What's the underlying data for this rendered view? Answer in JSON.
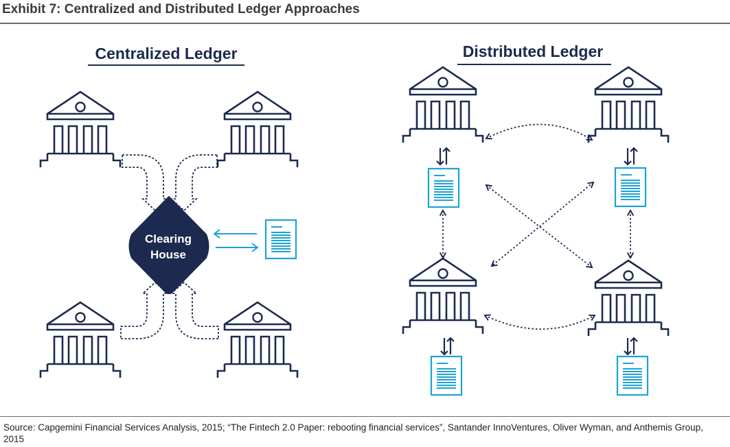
{
  "exhibit_title": "Exhibit 7: Centralized and Distributed Ledger Approaches",
  "centralized": {
    "title": "Centralized Ledger",
    "hub_line1": "Clearing",
    "hub_line2": "House"
  },
  "distributed": {
    "title": "Distributed Ledger"
  },
  "source": "Source: Capgemini Financial Services Analysis, 2015; “The Fintech 2.0 Paper: rebooting financial services”, Santander InnoVentures, Oliver Wyman, and Anthemis Group, 2015",
  "colors": {
    "navy": "#1b2a4e",
    "cyan": "#1aa3d4"
  },
  "icons": [
    "bank-icon",
    "document-icon",
    "clearing-house-diamond"
  ]
}
